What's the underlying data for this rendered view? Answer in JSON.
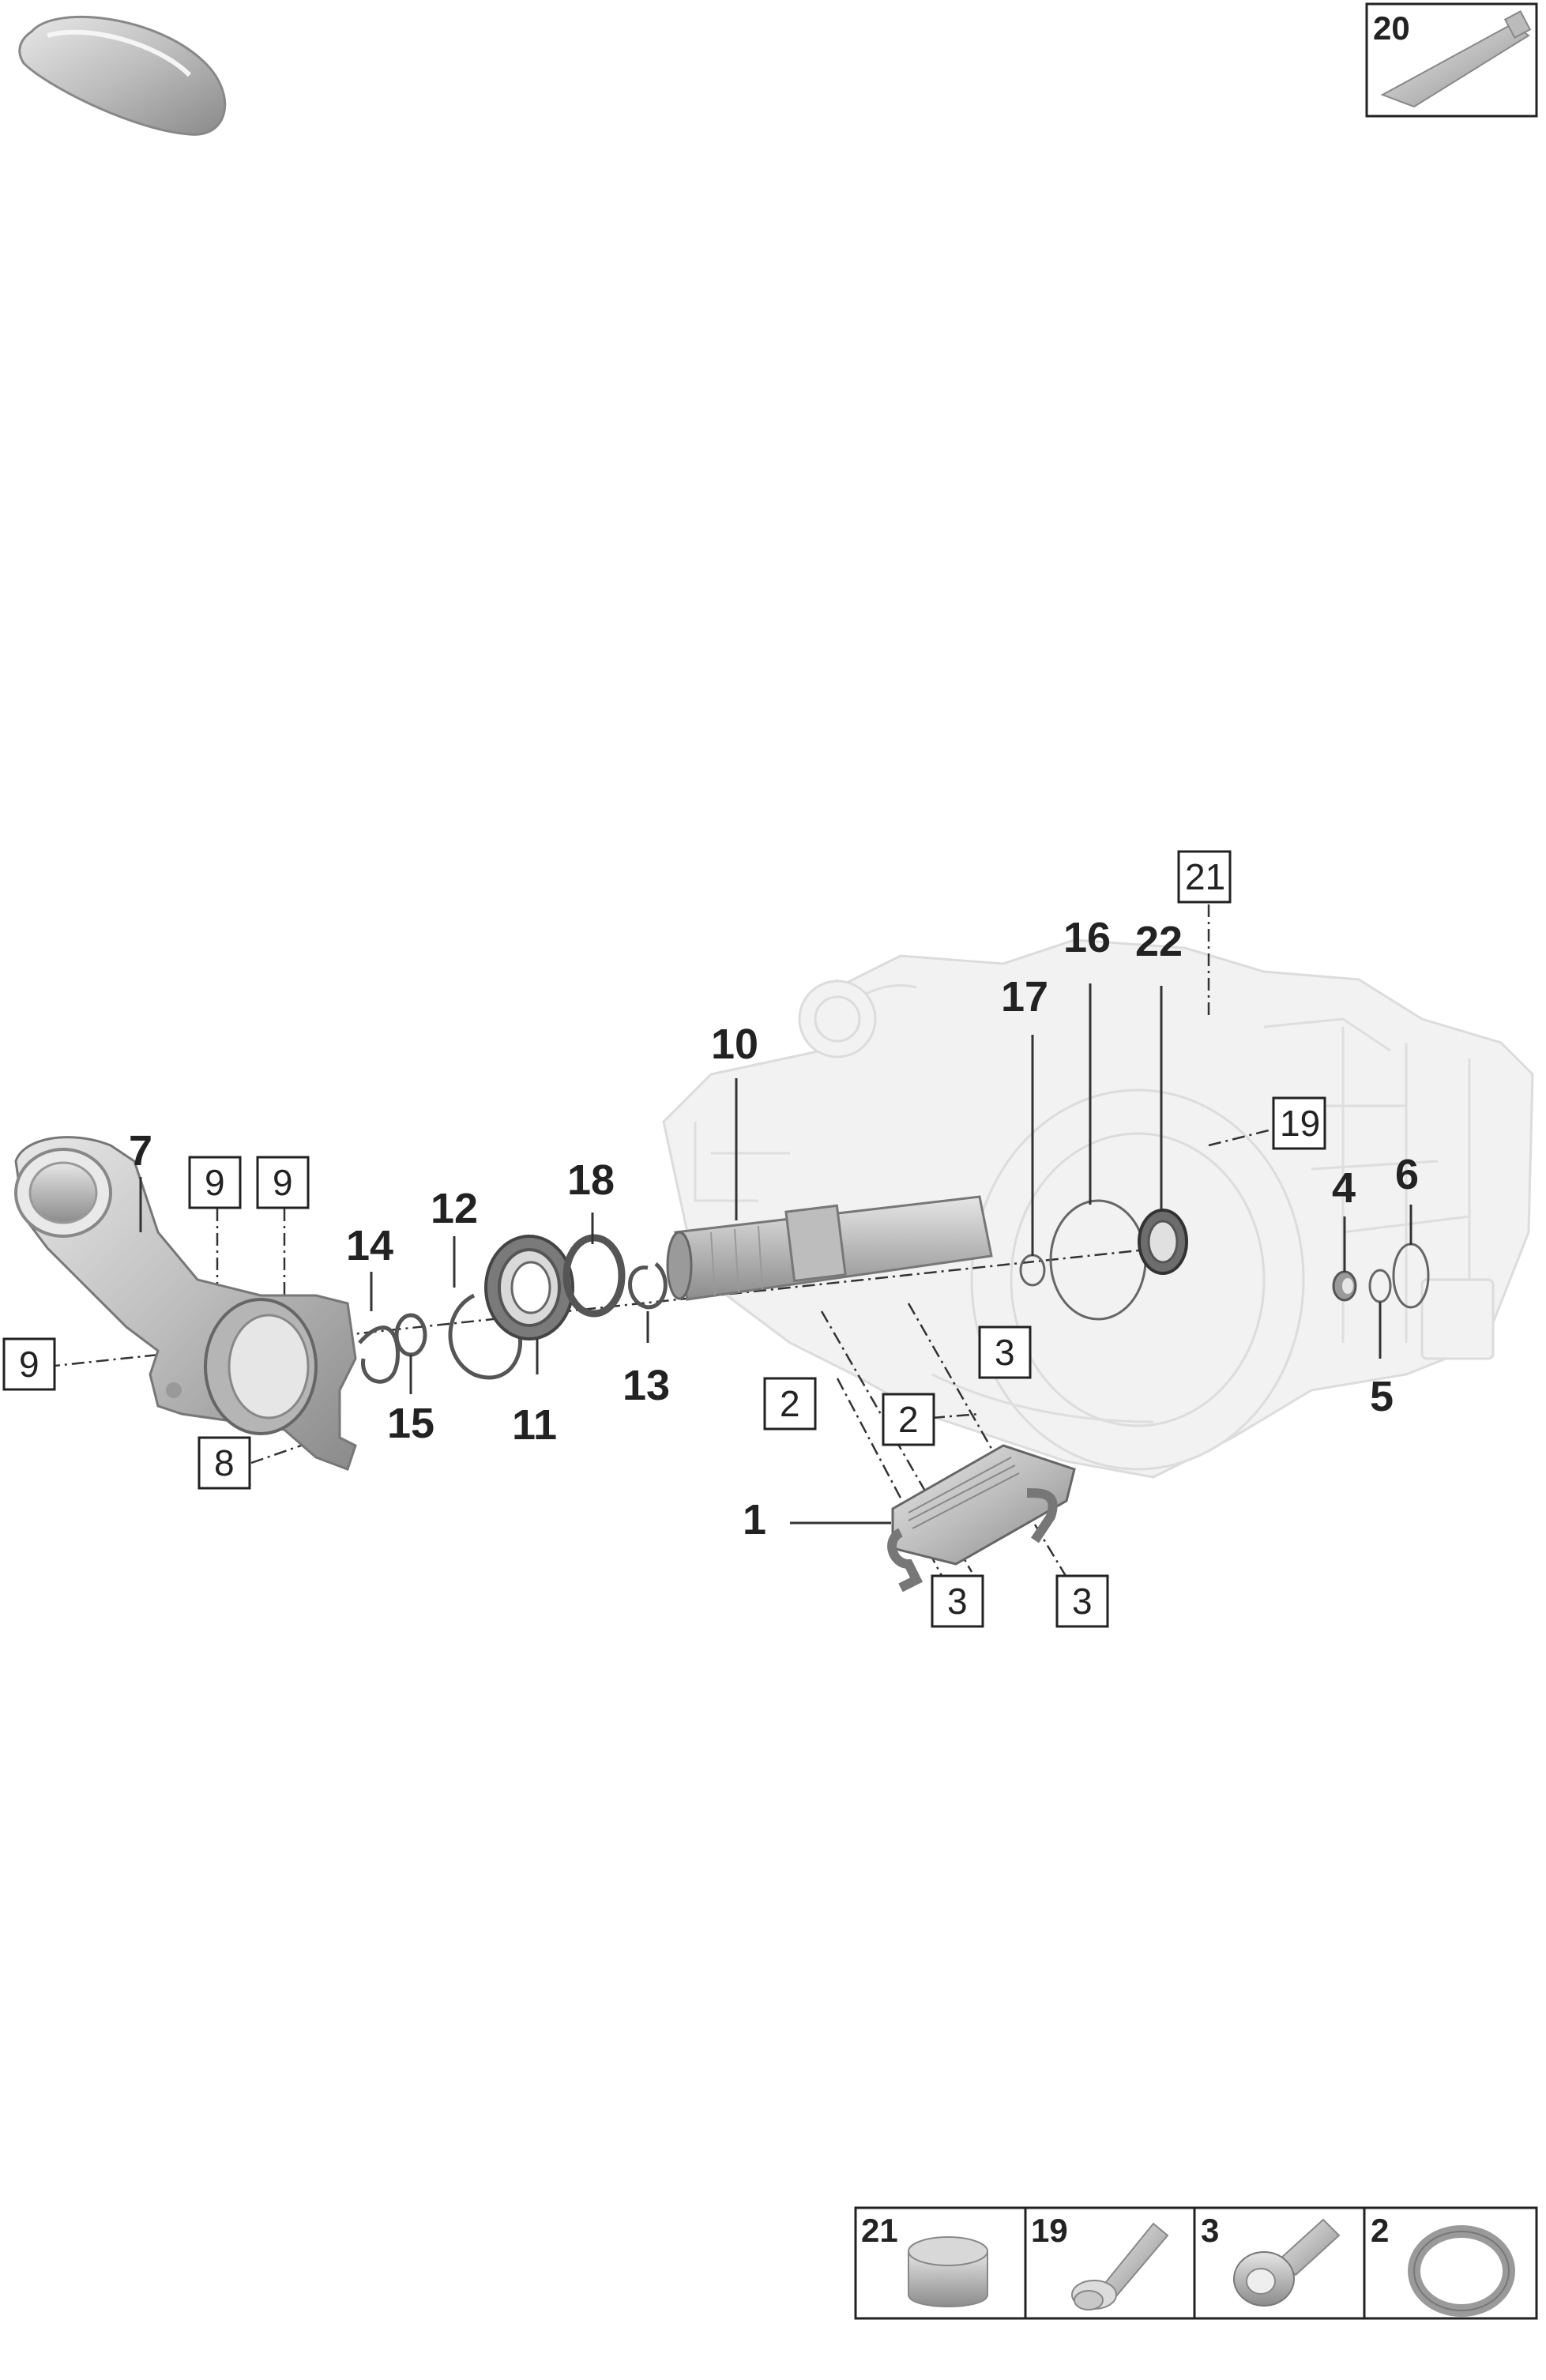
{
  "callouts": {
    "c1": "1",
    "c4": "4",
    "c5": "5",
    "c6": "6",
    "c7": "7",
    "c10": "10",
    "c11": "11",
    "c12": "12",
    "c13": "13",
    "c14": "14",
    "c15": "15",
    "c16": "16",
    "c17": "17",
    "c18": "18",
    "c22": "22"
  },
  "boxed": {
    "b2a": "2",
    "b2b": "2",
    "b3a": "3",
    "b3b": "3",
    "b3c": "3",
    "b8": "8",
    "b9a": "9",
    "b9b": "9",
    "b9c": "9",
    "b19": "19",
    "b21": "21"
  },
  "top_right_panel": {
    "label": "20",
    "icon": "grease-tube-icon"
  },
  "top_left_icon": "vehicle-silhouette-icon",
  "legend": [
    {
      "label": "21",
      "icon": "cap-icon"
    },
    {
      "label": "19",
      "icon": "flange-bolt-icon"
    },
    {
      "label": "3",
      "icon": "socket-bolt-icon"
    },
    {
      "label": "2",
      "icon": "o-ring-icon"
    }
  ]
}
